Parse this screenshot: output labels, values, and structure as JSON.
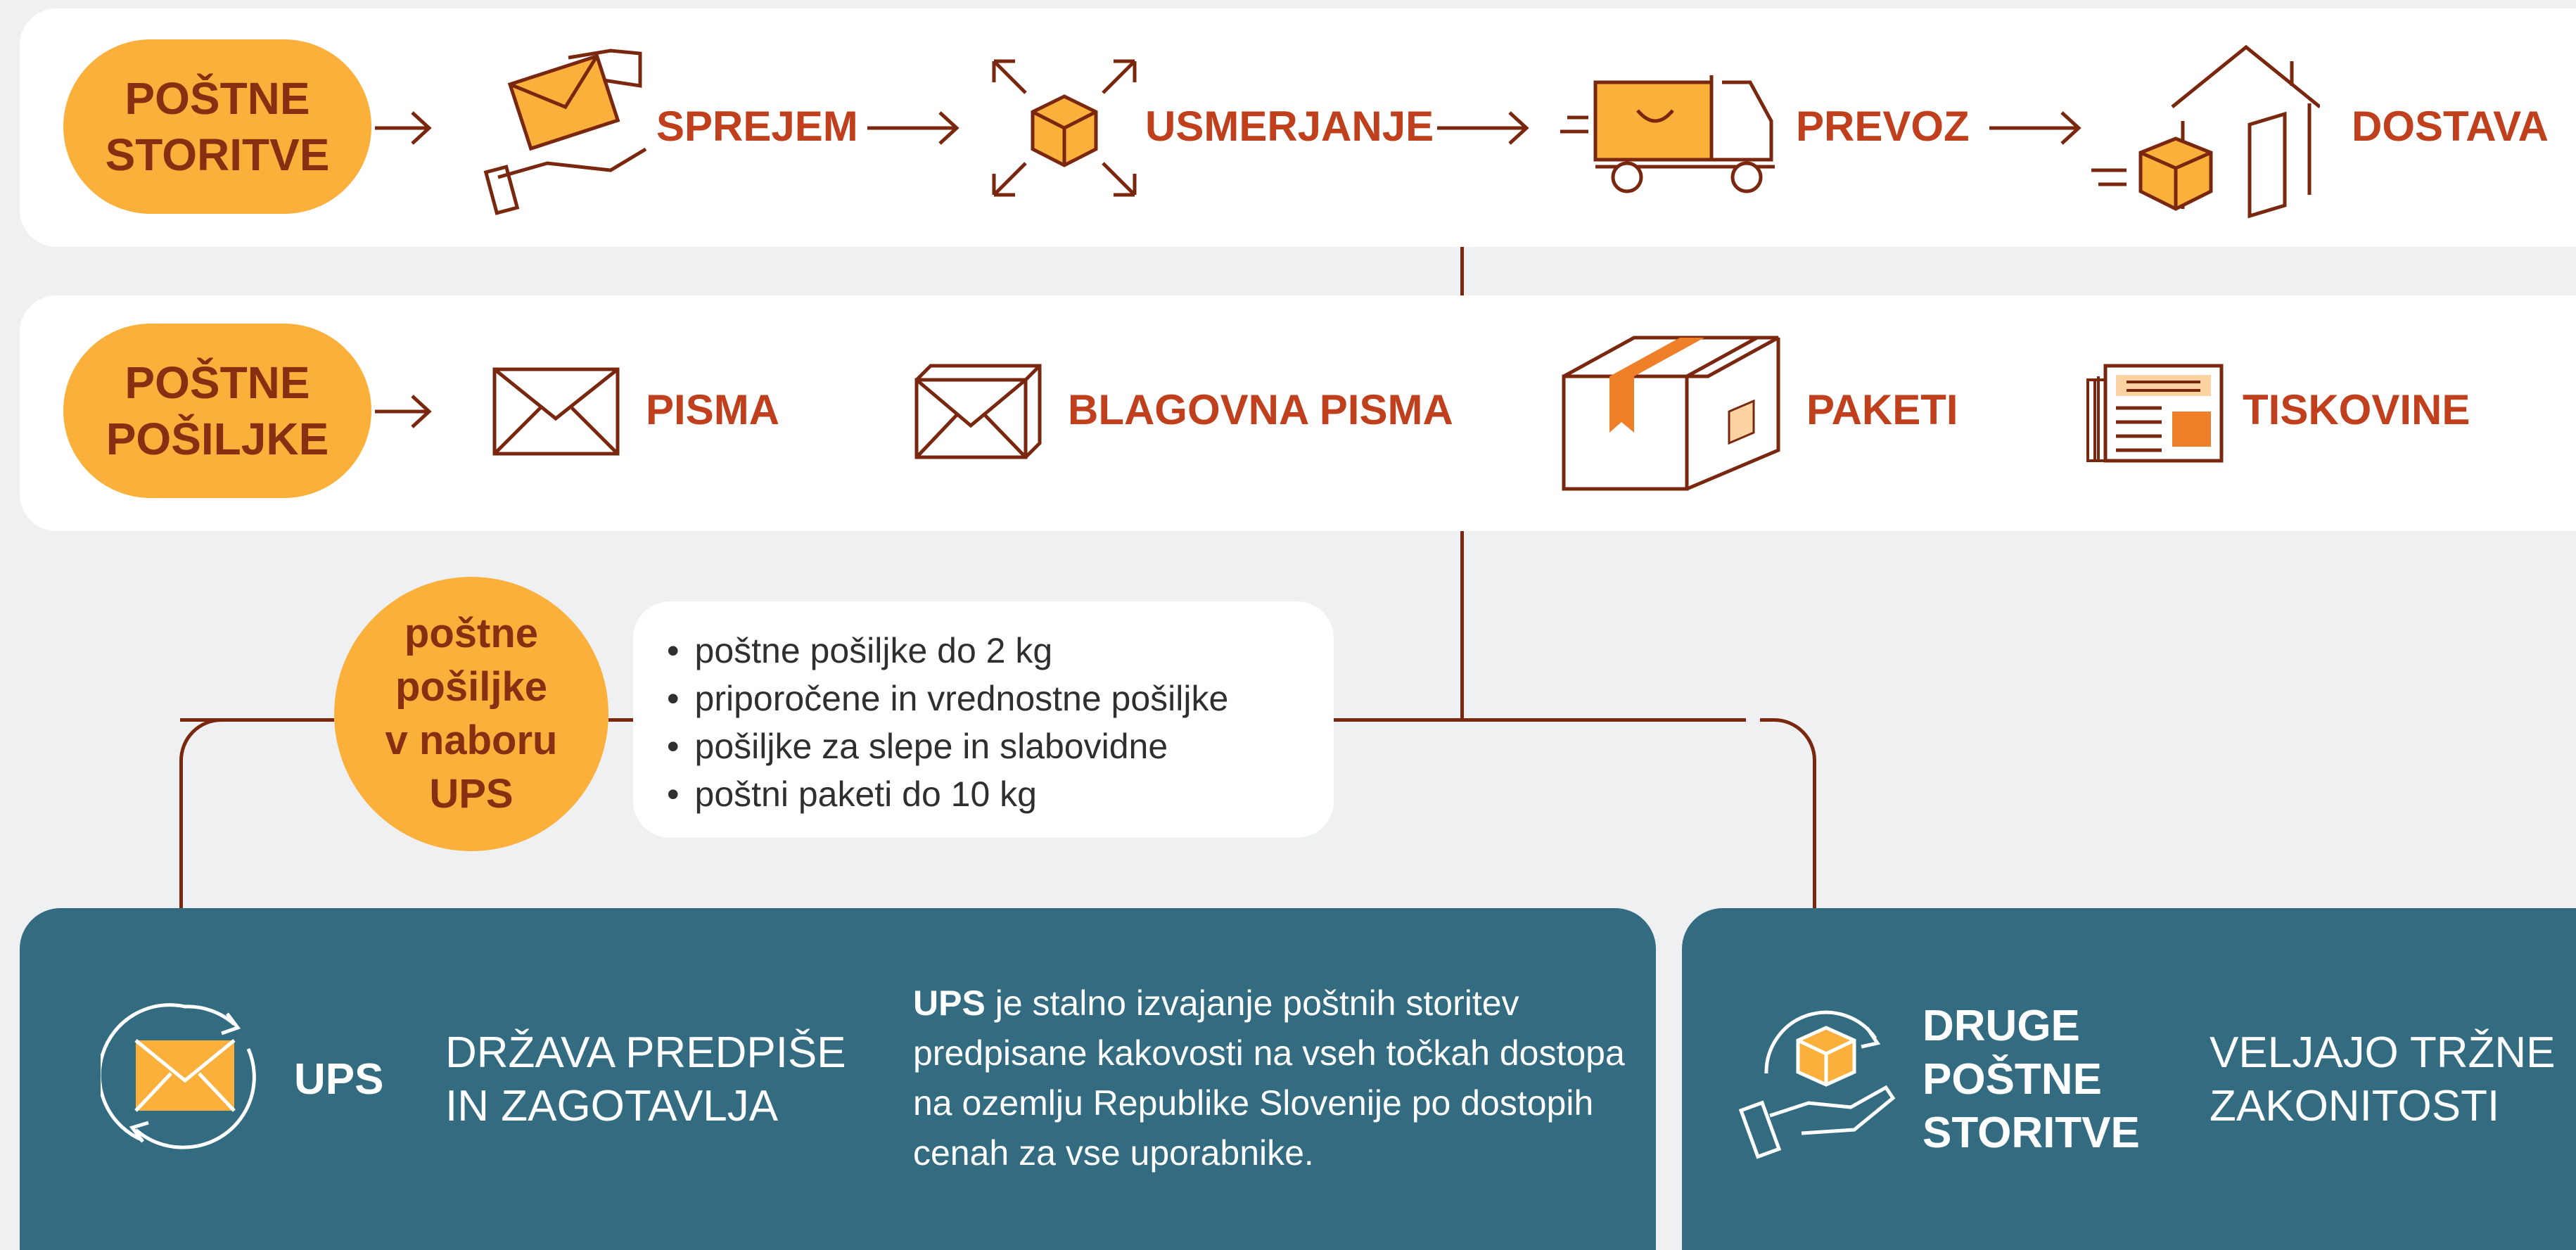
{
  "colors": {
    "background": "#eef0f2",
    "accent_orange": "#fbb03b",
    "label_red": "#c0401e",
    "dark_brown": "#7a2710",
    "panel_blue": "#336b81"
  },
  "row1": {
    "pill": "POŠTNE\nSTORITVE",
    "steps": [
      {
        "label": "SPREJEM",
        "icon": "hands-envelope-icon"
      },
      {
        "label": "USMERJANJE",
        "icon": "box-routing-icon"
      },
      {
        "label": "PREVOZ",
        "icon": "delivery-truck-icon"
      },
      {
        "label": "DOSTAVA",
        "icon": "house-package-icon"
      }
    ]
  },
  "row2": {
    "pill": "POŠTNE\nPOŠILJKE",
    "items": [
      {
        "label": "PISMA",
        "icon": "envelope-icon"
      },
      {
        "label": "BLAGOVNA PISMA",
        "icon": "parcel-envelope-icon"
      },
      {
        "label": "PAKETI",
        "icon": "parcel-box-icon"
      },
      {
        "label": "TISKOVINE",
        "icon": "newspaper-icon"
      }
    ]
  },
  "ups_scope": {
    "circle": "poštne\npošiljke\nv naboru\nUPS",
    "bullets": [
      "poštne pošiljke do 2 kg",
      "priporočene in vrednostne pošiljke",
      "pošiljke za slepe in slabovidne",
      "poštni paketi do 10 kg"
    ]
  },
  "ups_panel": {
    "title": "UPS",
    "subtitle": "DRŽAVA PREDPIŠE\nIN ZAGOTAVLJA",
    "desc_bold": "UPS",
    "desc_rest": " je stalno izvajanje poštnih storitev predpisane kakovosti na vseh točkah dostopa na ozemlju Republike Slovenije po dostopih cenah za vse uporabnike."
  },
  "other_panel": {
    "title": "DRUGE\nPOŠTNE\nSTORITVE",
    "subtitle": "VELJAJO TRŽNE\nZAKONITOSTI"
  }
}
